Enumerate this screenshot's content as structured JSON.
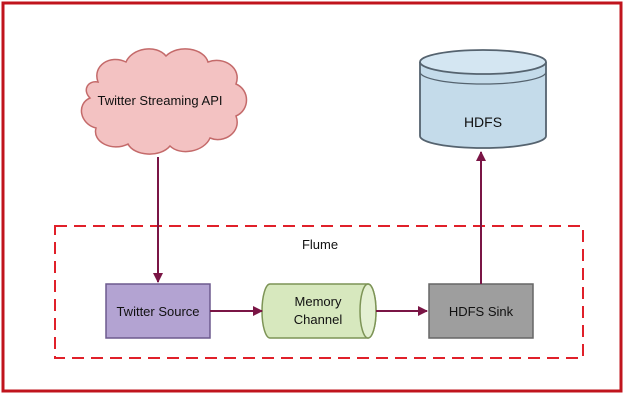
{
  "nodes": {
    "twitter_api": {
      "label": "Twitter Streaming API"
    },
    "hdfs": {
      "label": "HDFS"
    },
    "flume_group": {
      "label": "Flume"
    },
    "twitter_source": {
      "label": "Twitter Source"
    },
    "memory_channel": {
      "label_line1": "Memory",
      "label_line2": "Channel"
    },
    "hdfs_sink": {
      "label": "HDFS Sink"
    }
  },
  "colors": {
    "frame_border": "#c0141d",
    "flume_border": "#e0202a",
    "cloud_fill": "#f3c2c2",
    "cloud_stroke": "#c46a6a",
    "hdfs_fill": "#c4dbea",
    "hdfs_stroke": "#55636f",
    "source_fill": "#b3a3d2",
    "source_stroke": "#6d5a8e",
    "channel_fill": "#d7e8be",
    "channel_stroke": "#7d9456",
    "sink_fill": "#9e9e9e",
    "sink_stroke": "#666666",
    "arrow": "#7a1545"
  },
  "icons": [
    "cloud-shape",
    "database-cylinder",
    "pipe-cylinder"
  ]
}
